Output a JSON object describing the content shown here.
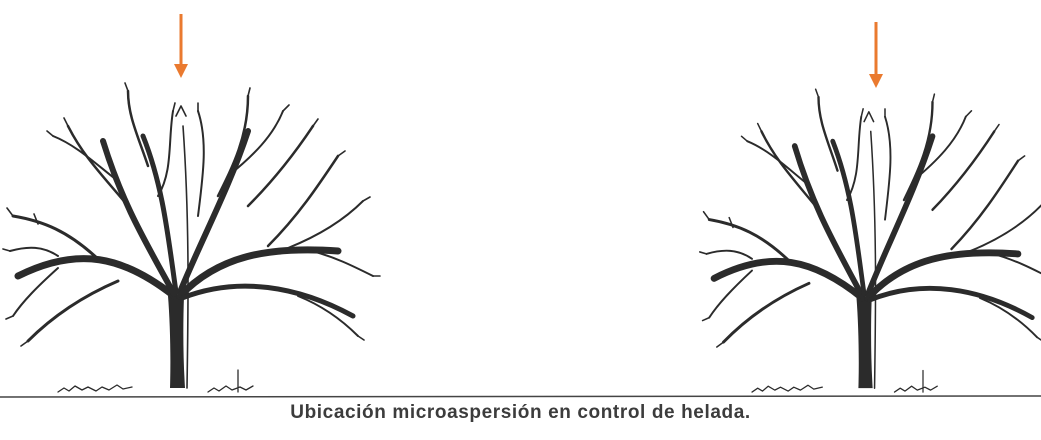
{
  "caption": "Ubicación microaspersión en control de helada.",
  "colors": {
    "arrow": "#ea7a2f",
    "ink": "#2b2b2b",
    "caption": "#3c3c3c"
  },
  "figure": {
    "trees": [
      {
        "name": "left-tree",
        "icon": "tree-drawing"
      },
      {
        "name": "right-tree",
        "icon": "tree-drawing"
      }
    ],
    "markers": [
      {
        "name": "left-arrow",
        "icon": "arrow-down-icon"
      },
      {
        "name": "right-arrow",
        "icon": "arrow-down-icon"
      }
    ]
  }
}
